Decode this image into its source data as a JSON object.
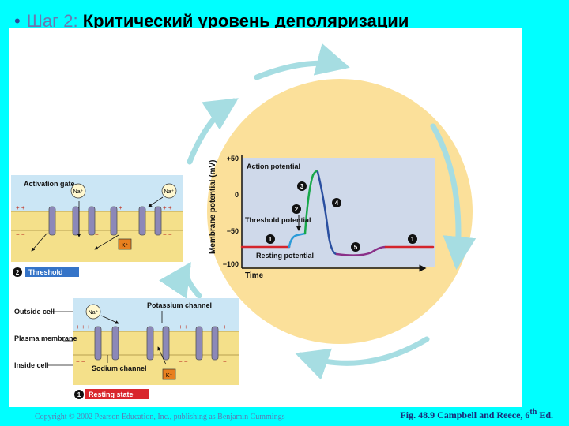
{
  "slide": {
    "bullet": "•",
    "title_step": "Шаг 2:",
    "title_main": "Критический уровень деполяризации"
  },
  "graph": {
    "y_axis_label": "Membrane potential (mV)",
    "y_ticks": [
      "+50",
      "0",
      "−50",
      "−100"
    ],
    "x_axis_label": "Time",
    "phase_labels": {
      "action": "Action potential",
      "threshold": "Threshold potential",
      "resting": "Resting potential"
    },
    "step_markers": [
      "1",
      "2",
      "3",
      "4",
      "5",
      "1"
    ]
  },
  "threshold_panel": {
    "activation_gate_label": "Activation gate",
    "ion_na": "Na⁺",
    "ion_k": "K⁺",
    "step_number": "2",
    "step_label": "Threshold"
  },
  "resting_panel": {
    "outside_cell_label": "Outside cell",
    "plasma_membrane_label": "Plasma membrane",
    "inside_cell_label": "Inside cell",
    "potassium_channel_label": "Potassium channel",
    "sodium_channel_label": "Sodium channel",
    "ion_na": "Na⁺",
    "ion_k": "K⁺",
    "step_number": "1",
    "step_label": "Resting state"
  },
  "footer": {
    "copyright": "Copyright © 2002 Pearson Education, Inc., publishing as Benjamin Cummings",
    "caption_main": "Fig. 48.9 Campbell and Reece, 6",
    "caption_sup": "th",
    "caption_tail": " Ed."
  },
  "colors": {
    "background": "#00ffff",
    "circle_fill": "#fbe09a",
    "cycle_arrows": "#a6dde2",
    "graph_bg": "#cfd9ea",
    "resting_line": "#d4242c",
    "depolarization_line": "#2b9bd8",
    "rising_line": "#17a84a",
    "falling_line": "#2a4fa0",
    "undershoot_line": "#8a3088",
    "extracellular": "#cbe6f5",
    "membrane": "#f4e08a",
    "channel": "#8c88b8"
  }
}
